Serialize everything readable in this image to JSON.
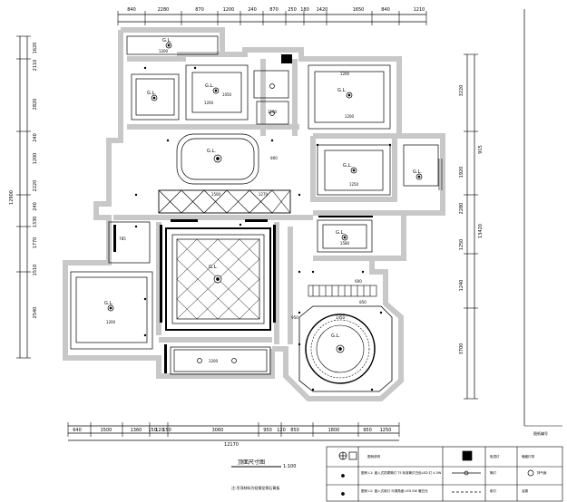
{
  "top_dims": [
    "840",
    "2280",
    "870",
    "1200",
    "240",
    "870",
    "250",
    "180",
    "1420",
    "1650",
    "840",
    "1210"
  ],
  "bottom_dims": [
    "640",
    "1500",
    "1360",
    "150",
    "120",
    "150",
    "3060",
    "950",
    "120",
    "850",
    "1800",
    "950",
    "1250"
  ],
  "bottom_total": "12170",
  "left_dims": [
    "1620",
    "2110",
    "2820",
    "240",
    "1200",
    "2220",
    "240",
    "1330",
    "1770",
    "1510",
    "2540"
  ],
  "left_total": "12900",
  "right_dims": [
    "3220",
    "915",
    "1920",
    "2280",
    "1250",
    "1240",
    "3700"
  ],
  "right_total": "13420",
  "room_labels": {
    "r1": "G.L.",
    "r2": "G.L.",
    "r3": "G.L.",
    "r4": "G.L.",
    "r5": "G.L.",
    "r6": "G.L.",
    "r7": "G.L.",
    "r8": "G.L.",
    "r9": "G.L.",
    "r10": "G.L.",
    "r11": "G.L."
  },
  "room_dims": [
    "1200",
    "1050",
    "1200",
    "1200",
    "1500",
    "800",
    "1250",
    "785",
    "1200",
    "1200",
    "1450",
    "1100",
    "1580",
    "1200",
    "1270",
    "950",
    "600",
    "850"
  ],
  "title": "顶面尺寸图",
  "scale": "1:100",
  "subtitle": "注:吊顶材料为轻钢龙骨石膏板",
  "legend_header": "图例说明",
  "legend_items": [
    "吸顶灯",
    "筒灯",
    "射灯",
    "暗藏灯带",
    "排气扇",
    "浴霸"
  ],
  "legend_notes": [
    "图例 L1: 嵌入式防雾筒灯 T5 标准筒灯白色LED 灯 4.5W",
    "图例 L2: 嵌入式射灯 可调角度 LED 5W 暖白光"
  ],
  "corner_tag": "图纸编号"
}
